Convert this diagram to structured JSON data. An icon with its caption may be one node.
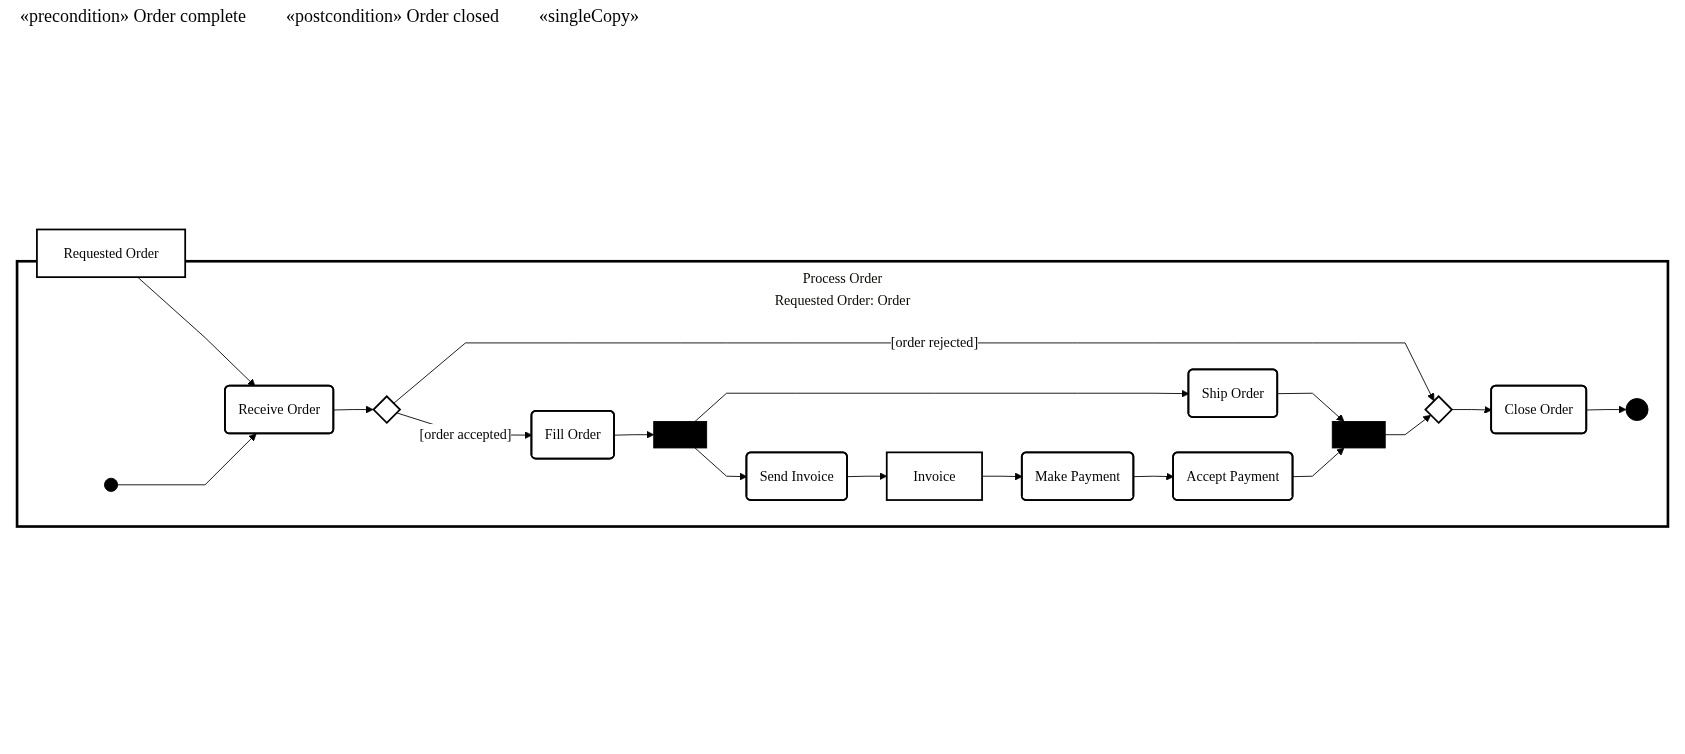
{
  "diagram": {
    "nodes": [
      {
        "text": [
          "Process Order",
          "Requested Order: Order"
        ]
      },
      {
        "text": [
          "Requested Order"
        ]
      },
      {
        "text": [
          "Receive Order"
        ],
        "in": 0
      },
      {
        "text": [],
        "shape": "circle",
        "in": 0
      },
      {
        "text": [],
        "shape": "diamond",
        "in": 0
      },
      {
        "text": [
          "Fill Order"
        ],
        "in": 0
      },
      {
        "text": [],
        "shape": "bar",
        "in": 0
      },
      {
        "text": [
          "Ship Order"
        ],
        "in": 0
      },
      {
        "text": [
          "Send Invoice"
        ],
        "in": 0
      },
      {
        "text": [
          "Invoice"
        ],
        "in": 0
      },
      {
        "text": [
          "Make Payment"
        ],
        "in": 0
      },
      {
        "text": [
          "Accept Payment"
        ],
        "in": 0
      },
      {
        "text": [],
        "shape": "bar",
        "in": 0
      },
      {
        "text": [],
        "shape": "diamond",
        "in": 0
      },
      {
        "text": [
          "Close Order"
        ],
        "in": 0
      },
      {
        "text": [],
        "shape": "circle",
        "in": 0
      }
    ],
    "edges": [
      {
        "from": 1,
        "to": 2,
        "arrow": "to"
      },
      {
        "from": 3,
        "to": 2,
        "arrow": "to"
      },
      {
        "from": 2,
        "to": 4,
        "arrow": "to"
      },
      {
        "from": 4,
        "to": 13,
        "arrow": "to",
        "label": "[order rejected]"
      },
      {
        "from": 4,
        "to": 5,
        "arrow": "to",
        "label": "[order accepted]"
      },
      {
        "from": 5,
        "to": 6,
        "arrow": "to"
      },
      {
        "from": 6,
        "to": 7,
        "arrow": "to"
      },
      {
        "from": 6,
        "to": 8,
        "arrow": "to"
      },
      {
        "from": 7,
        "to": 12,
        "arrow": "to"
      },
      {
        "from": 8,
        "to": 9,
        "arrow": "to"
      },
      {
        "from": 9,
        "to": 10,
        "arrow": "to"
      },
      {
        "from": 10,
        "to": 11,
        "arrow": "to"
      },
      {
        "from": 11,
        "to": 12,
        "arrow": "to"
      },
      {
        "from": 12,
        "to": 13,
        "arrow": "to"
      },
      {
        "from": 13,
        "to": 14,
        "arrow": "to"
      },
      {
        "from": 14,
        "to": 15,
        "arrow": "to"
      }
    ],
    "labels": [
      "«precondition» Order complete",
      "«postcondition» Order closed",
      "«singleCopy»"
    ]
  }
}
